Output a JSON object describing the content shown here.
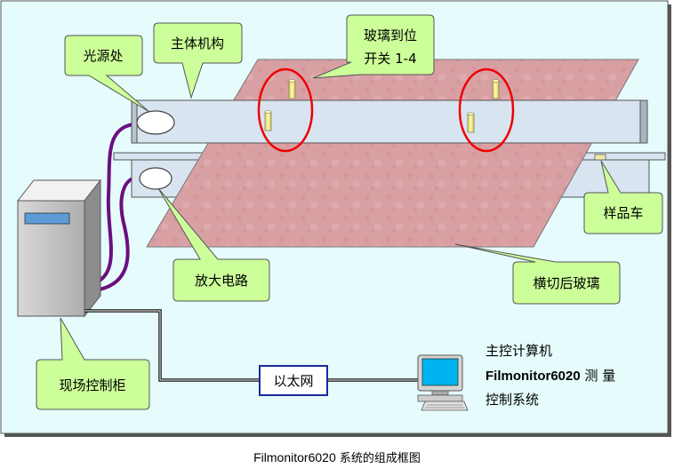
{
  "labels": {
    "light_source": "光源处",
    "main_body": "主体机构",
    "glass_switch_line1": "玻璃到位",
    "glass_switch_line2": "开关 1-4",
    "sample_car": "样品车",
    "amplifier": "放大电路",
    "cut_glass": "横切后玻璃",
    "cabinet": "现场控制柜",
    "ethernet": "以太网",
    "host_line1": "主控计算机",
    "host_line2_name": "Filmonitor6020",
    "host_line2_tail": " 测 量",
    "host_line3": "控制系统"
  },
  "caption": {
    "name": "Filmonitor6020",
    "text": " 系统的组成框图"
  },
  "colors": {
    "background": "#e6fcfc",
    "callout_fill": "#ccff99",
    "glass_fill": "#d9a0a4",
    "rail_fill": "#d8e4f0",
    "highlight_ring": "#ee0000",
    "cable": "#6a0f80",
    "ethernet_border": "#1a2a9a"
  }
}
